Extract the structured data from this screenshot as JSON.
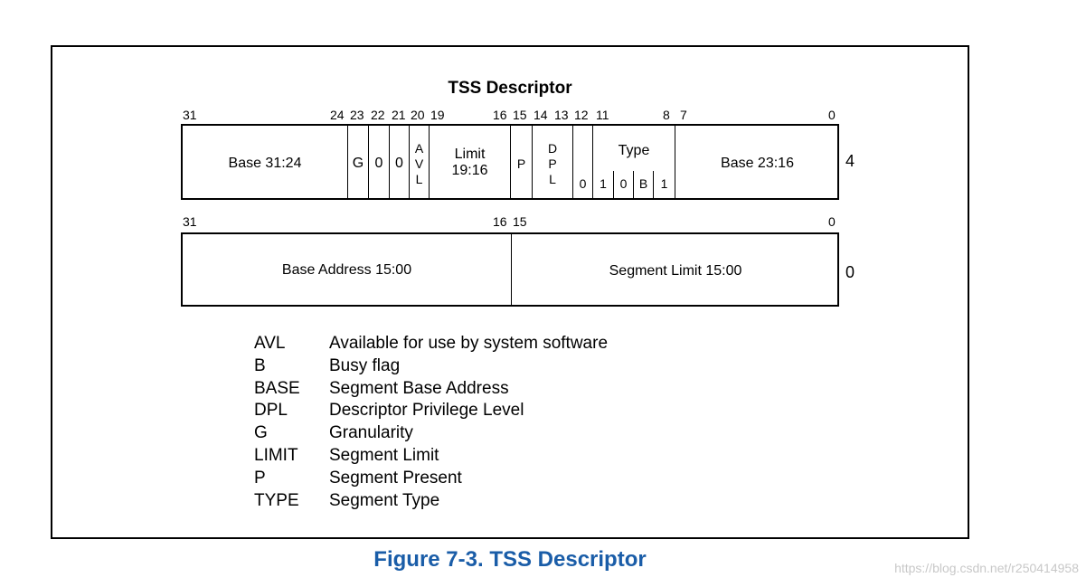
{
  "title": "TSS Descriptor",
  "caption": "Figure 7-3.  TSS Descriptor",
  "watermark": "https://blog.csdn.net/r250414958",
  "row4": {
    "index": "4",
    "bits": [
      "31",
      "24",
      "23",
      "22",
      "21",
      "20",
      "19",
      "16",
      "15",
      "14",
      "13",
      "12",
      "11",
      "8",
      "7",
      "0"
    ],
    "base_hi": "Base 31:24",
    "g": "G",
    "zero_a": "0",
    "zero_b": "0",
    "avl": [
      "A",
      "V",
      "L"
    ],
    "limit": [
      "Limit",
      "19:16"
    ],
    "p": "P",
    "dpl": [
      "D",
      "P",
      "L"
    ],
    "zero_c": "0",
    "type_label": "Type",
    "type_bits": [
      "1",
      "0",
      "B",
      "1"
    ],
    "base_mid": "Base 23:16"
  },
  "row0": {
    "index": "0",
    "bits": [
      "31",
      "16",
      "15",
      "0"
    ],
    "base_lo": "Base Address 15:00",
    "seg_limit": "Segment Limit 15:00"
  },
  "legend": [
    {
      "key": "AVL",
      "desc": "Available for use by system software"
    },
    {
      "key": "B",
      "desc": "Busy flag"
    },
    {
      "key": "BASE",
      "desc": "Segment Base Address"
    },
    {
      "key": "DPL",
      "desc": "Descriptor Privilege Level"
    },
    {
      "key": "G",
      "desc": "Granularity"
    },
    {
      "key": "LIMIT",
      "desc": "Segment Limit"
    },
    {
      "key": "P",
      "desc": "Segment Present"
    },
    {
      "key": "TYPE",
      "desc": "Segment Type"
    }
  ]
}
